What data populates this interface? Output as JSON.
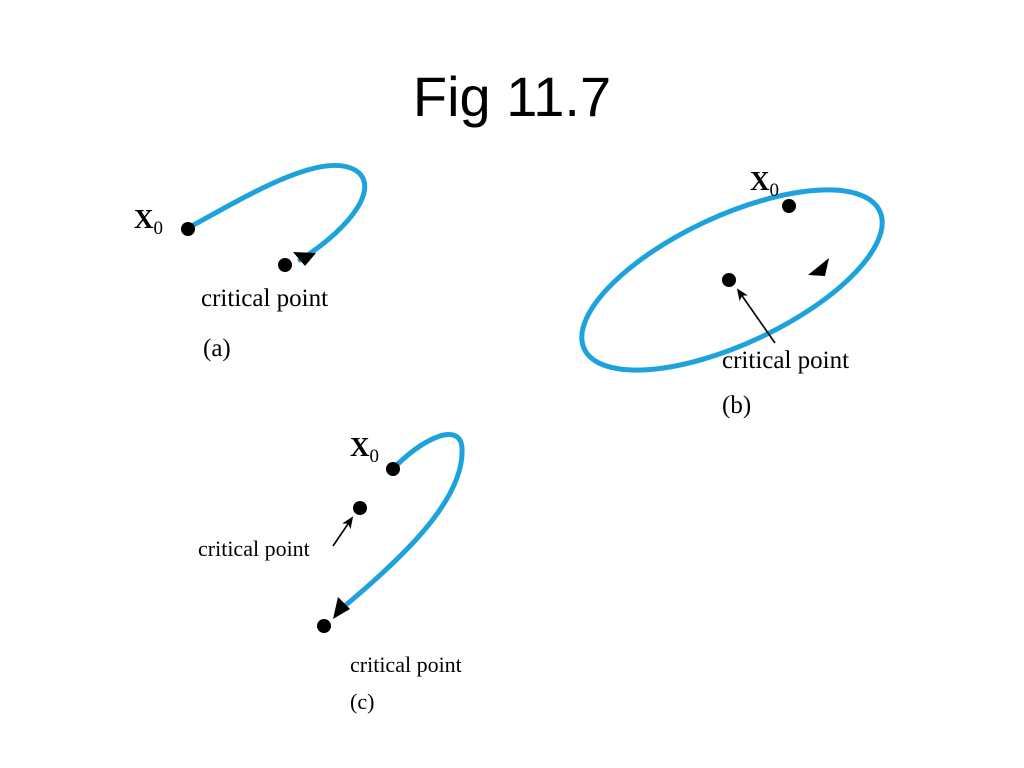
{
  "title": "Fig 11.7",
  "colors": {
    "trajectory": "#1ea2dd",
    "points": "#000000"
  },
  "panels": [
    {
      "id": "a",
      "caption": "(a)",
      "x0_letter": "X",
      "x0_subscript": "0",
      "critical_labels": [
        "critical point"
      ]
    },
    {
      "id": "b",
      "caption": "(b)",
      "x0_letter": "X",
      "x0_subscript": "0",
      "critical_labels": [
        "critical point"
      ]
    },
    {
      "id": "c",
      "caption": "(c)",
      "x0_letter": "X",
      "x0_subscript": "0",
      "critical_labels": [
        "critical point",
        "critical point"
      ]
    }
  ]
}
